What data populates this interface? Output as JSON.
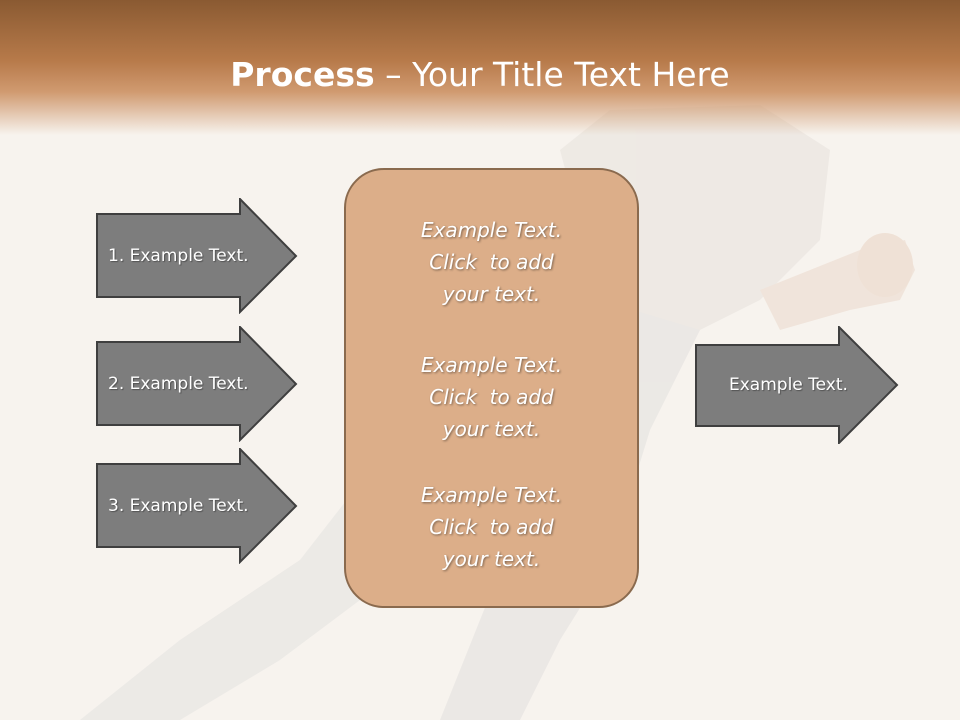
{
  "title": {
    "bold": "Process",
    "rest": " – Your Title Text Here"
  },
  "left_arrows": [
    {
      "label": "1. Example Text."
    },
    {
      "label": "2. Example Text."
    },
    {
      "label": "3. Example Text."
    }
  ],
  "right_arrow": {
    "label": "Example Text."
  },
  "center_box": {
    "blocks": [
      {
        "lines": [
          "Example Text.",
          "Click  to add",
          "your text."
        ]
      },
      {
        "lines": [
          "Example Text.",
          "Click  to add",
          "your text."
        ]
      },
      {
        "lines": [
          "Example Text.",
          "Click  to add",
          "your text."
        ]
      }
    ]
  },
  "colors": {
    "header": "#b77a4a",
    "arrow_fill": "#7d7d7d",
    "center_fill": "#dcae89",
    "background": "#f7f3ee"
  }
}
